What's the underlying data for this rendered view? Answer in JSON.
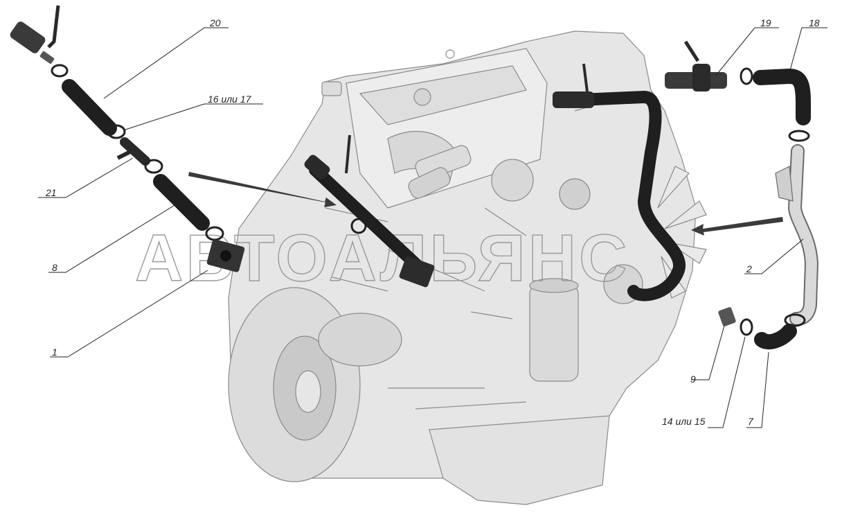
{
  "watermark": "АВТОАЛЬЯНС",
  "callouts": {
    "c20": "20",
    "c16_17": "16 или 17",
    "c21": "21",
    "c8": "8",
    "c1": "1",
    "c19": "19",
    "c18": "18",
    "c2": "2",
    "c9": "9",
    "c14_15": "14 или 15",
    "c7": "7"
  },
  "colors": {
    "engine_fill": "#e6e6e6",
    "engine_shade": "#cfcfcf",
    "engine_line": "#8a8a8a",
    "hose": "#1f1f1f",
    "pipe": "#d9d9d9",
    "arrow": "#3a3a3a",
    "leader": "#222222"
  }
}
